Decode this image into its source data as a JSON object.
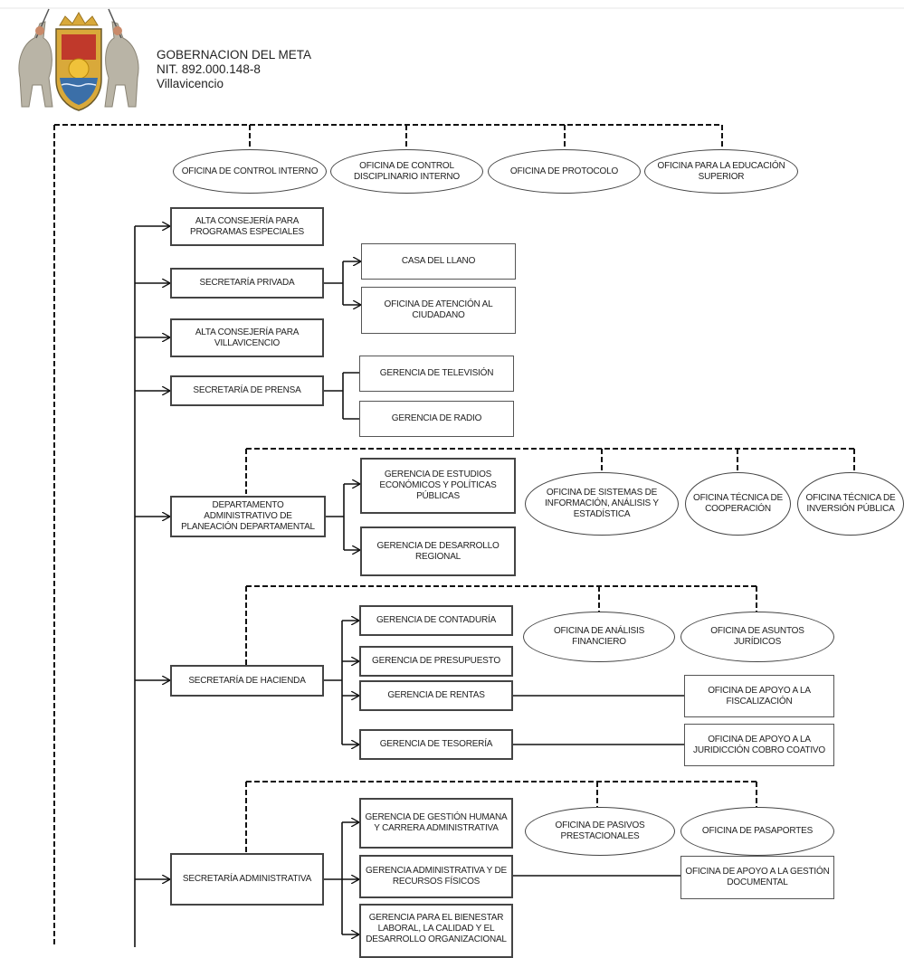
{
  "header": {
    "org_name": "GOBERNACION DEL META",
    "nit": "NIT. 892.000.148-8",
    "city": "Villavicencio"
  },
  "colors": {
    "line": "#111111",
    "box_border": "#444444",
    "logo_gold": "#d9a93a",
    "logo_blue": "#3b6fa8",
    "logo_red": "#c0392b"
  },
  "top_offices": [
    "OFICINA DE CONTROL INTERNO",
    "OFICINA DE CONTROL DISCIPLINARIO INTERNO",
    "OFICINA DE PROTOCOLO",
    "OFICINA PARA LA EDUCACIÓN SUPERIOR"
  ],
  "units": {
    "alta_programas": "ALTA CONSEJERÍA PARA PROGRAMAS ESPECIALES",
    "secretaria_privada": "SECRETARÍA PRIVADA",
    "casa_llano": "CASA DEL LLANO",
    "atencion_ciudadano": "OFICINA DE ATENCIÓN AL CIUDADANO",
    "alta_villavicencio": "ALTA CONSEJERÍA PARA VILLAVICENCIO",
    "secretaria_prensa": "SECRETARÍA DE PRENSA",
    "gerencia_television": "GERENCIA DE TELEVISIÓN",
    "gerencia_radio": "GERENCIA DE RADIO",
    "planeacion": "DEPARTAMENTO ADMINISTRATIVO DE PLANEACIÓN DEPARTAMENTAL",
    "gerencia_estudios": "GERENCIA DE ESTUDIOS ECONÓMICOS Y POLÍTICAS PÚBLICAS",
    "gerencia_desarrollo": "GERENCIA DE DESARROLLO REGIONAL",
    "ofi_sistemas": "OFICINA DE SISTEMAS DE INFORMACIÓN, ANÁLISIS Y ESTADÍSTICA",
    "ofi_cooperacion": "OFICINA TÉCNICA DE COOPERACIÓN",
    "ofi_inversion": "OFICINA TÉCNICA DE INVERSIÓN PÚBLICA",
    "secretaria_hacienda": "SECRETARÍA DE HACIENDA",
    "gerencia_contaduria": "GERENCIA DE CONTADURÍA",
    "gerencia_presupuesto": "GERENCIA DE PRESUPUESTO",
    "gerencia_rentas": "GERENCIA DE RENTAS",
    "gerencia_tesoreria": "GERENCIA DE TESORERÍA",
    "ofi_analisis": "OFICINA DE ANÁLISIS FINANCIERO",
    "ofi_juridicos": "OFICINA DE ASUNTOS JURÍDICOS",
    "ofi_fiscalizacion": "OFICINA DE APOYO A LA FISCALIZACIÓN",
    "ofi_cobro": "OFICINA DE APOYO A LA JURIDICCIÓN COBRO COATIVO",
    "secretaria_admin": "SECRETARÍA ADMINISTRATIVA",
    "gerencia_humana": "GERENCIA DE GESTIÓN HUMANA Y CARRERA ADMINISTRATIVA",
    "gerencia_recursos": "GERENCIA ADMINISTRATIVA Y DE RECURSOS FÍSICOS",
    "gerencia_bienestar": "GERENCIA PARA EL BIENESTAR LABORAL, LA CALIDAD Y EL DESARROLLO ORGANIZACIONAL",
    "ofi_pasivos": "OFICINA DE PASIVOS PRESTACIONALES",
    "ofi_pasaportes": "OFICINA DE PASAPORTES",
    "ofi_documental": "OFICINA DE APOYO A LA GESTIÓN DOCUMENTAL"
  }
}
